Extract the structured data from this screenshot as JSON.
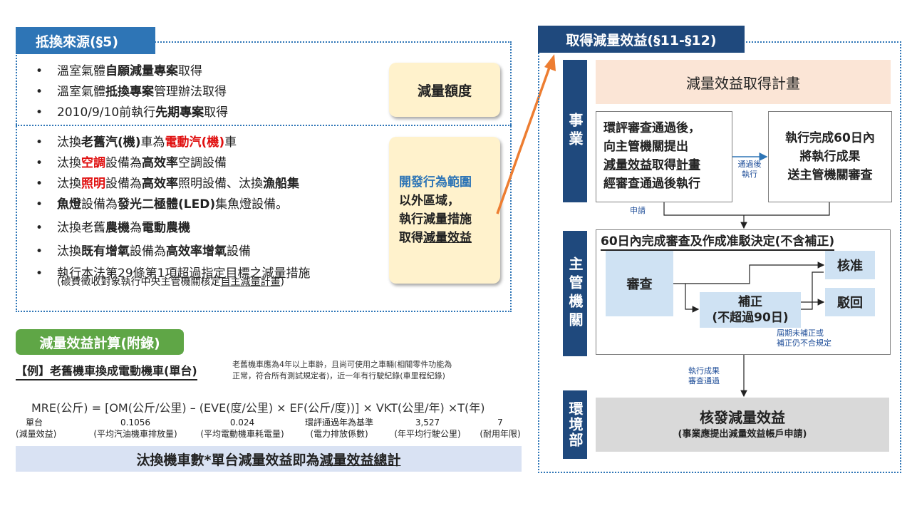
{
  "left": {
    "source_title": "抵換來源(§5)",
    "source_group1": [
      [
        "溫室氣體",
        "自願減量專案",
        "取得"
      ],
      [
        "溫室氣體",
        "抵換專案",
        "管理辦法取得"
      ],
      [
        "2010/9/10前執行",
        "先期專案",
        "取得"
      ]
    ],
    "quota_label": "減量額度",
    "g2": {
      "i1": {
        "p1": "汰換",
        "p2": "老舊汽(機)",
        "p3": "車為",
        "p4": "電動汽(機)",
        "p5": "車"
      },
      "i2": {
        "p1": "汰換",
        "p2": "空調",
        "p3": "設備為",
        "p4": "高效率",
        "p5": "空調設備"
      },
      "i3": {
        "p1": "汰換",
        "p2": "照明",
        "p3": "設備為",
        "p4": "高效率",
        "p5": "照明設備、汰換",
        "p6": "漁船集"
      },
      "i3b": {
        "p1": "魚燈",
        "p2": "設備為",
        "p3": "發光二極體(LED)",
        "p4": "集魚燈設備。"
      },
      "i4": {
        "p1": "汰換老舊",
        "p2": "農機",
        "p3": "為",
        "p4": "電動農機"
      },
      "i5": {
        "p1": "汰換",
        "p2": "既有增氧",
        "p3": "設備為",
        "p4": "高效率增氧",
        "p5": "設備"
      },
      "i6": {
        "p1": "執行本法第29條第1項超過指定目標之減量措施"
      },
      "i6b": {
        "p1": "(碳費徵收對象執行中央主管機關核定",
        "p2": "自主減量計畫",
        "p3": ")"
      }
    },
    "benefit_box": {
      "l1": "開發行為範圍",
      "l2": "以外區域，",
      "l3": "執行減量措施",
      "l4a": "取得",
      "l4b": "減量效益"
    },
    "calc_title": "減量效益計算(附錄)",
    "example_title": "【例】老舊機車換成電動機車(單台)",
    "example_note1": "老舊機車應為4年以上車齡，且尚可使用之車輛(相關零件功能為",
    "example_note2": "正常，符合所有測試規定者)，近一年有行駛紀錄(車里程紀錄)",
    "formula": "MRE(公斤) = [OM(公斤/公里) – (EVE(度/公里) × EF(公斤/度))] × VKT(公里/年) ×T(年)",
    "terms": [
      {
        "value": "單台",
        "desc": "(減量效益)"
      },
      {
        "value": "0.1056",
        "desc": "(平均汽油機車排放量)"
      },
      {
        "value": "0.024",
        "desc": "(平均電動機車耗電量)"
      },
      {
        "value": "環評通過年為基準",
        "desc": "(電力排放係數)"
      },
      {
        "value": "3,527",
        "desc": "(年平均行駛公里)"
      },
      {
        "value": "7",
        "desc": "(耐用年限)"
      }
    ],
    "total_p1": "汰換機車數*單台減量效益即為",
    "total_p2": "減量效益總計"
  },
  "right": {
    "title": "取得減量效益(§11-§12)",
    "side_business": "事業",
    "side_authority": "主管機關",
    "side_env": "環境部",
    "plan_box": "減量效益取得計畫",
    "apply": {
      "l1": "環評審查通過後，",
      "l2": "向主管機關提出",
      "l3a": "減量效益",
      "l3b": "取得",
      "l3c": "計畫",
      "l4": "經審查通過後執行"
    },
    "apply_label": "申請",
    "pass_label_1": "通過後",
    "pass_label_2": "執行",
    "execute": {
      "l1": "執行完成60日內",
      "l2": "將執行成果",
      "l3": "送主管機關審查"
    },
    "review_title": "60日內完成審查及作成准駁決定(不含補正)",
    "review": "審查",
    "correction_1": "補正",
    "correction_2": "(不超過90日)",
    "approve": "核准",
    "reject": "駁回",
    "reject_note_1": "屆期未補正或",
    "reject_note_2": "補正仍不合規定",
    "result_label_1": "執行成果",
    "result_label_2": "審查通過",
    "issue": "核發減量效益",
    "issue_sub": "(事業應提出減量效益帳戶申請)"
  },
  "colors": {
    "blue": "#2e75b6",
    "navy": "#1f497d",
    "green": "#5fa646",
    "note": "#fff2cc",
    "red": "#e01010",
    "arrow": "#ed7d31"
  }
}
